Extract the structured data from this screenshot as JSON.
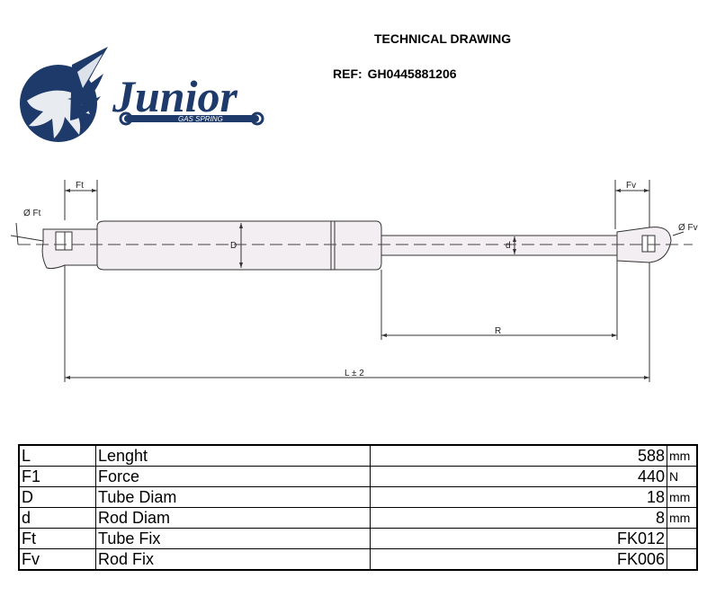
{
  "header": {
    "title": "TECHNICAL DRAWING",
    "ref_label": "REF:",
    "ref_value": "GH0445881206"
  },
  "logo": {
    "brand": "Junior",
    "tagline": "GAS SPRING",
    "color": "#1d3a6b"
  },
  "drawing": {
    "labels": {
      "ft_top": "Ft",
      "fv_top": "Fv",
      "phi_ft": "Ø Ft",
      "phi_fv": "Ø Fv",
      "tube_diam": "D",
      "rod_diam": "d",
      "stroke": "R",
      "length": "L ± 2"
    }
  },
  "specs": [
    {
      "code": "L",
      "name": "Lenght",
      "value": "588",
      "unit": "mm"
    },
    {
      "code": "F1",
      "name": "Force",
      "value": "440",
      "unit": "N"
    },
    {
      "code": "D",
      "name": "Tube Diam",
      "value": "18",
      "unit": "mm"
    },
    {
      "code": "d",
      "name": "Rod Diam",
      "value": "8",
      "unit": "mm"
    },
    {
      "code": "Ft",
      "name": "Tube Fix",
      "value": "FK012",
      "unit": ""
    },
    {
      "code": "Fv",
      "name": "Rod Fix",
      "value": "FK006",
      "unit": ""
    }
  ]
}
